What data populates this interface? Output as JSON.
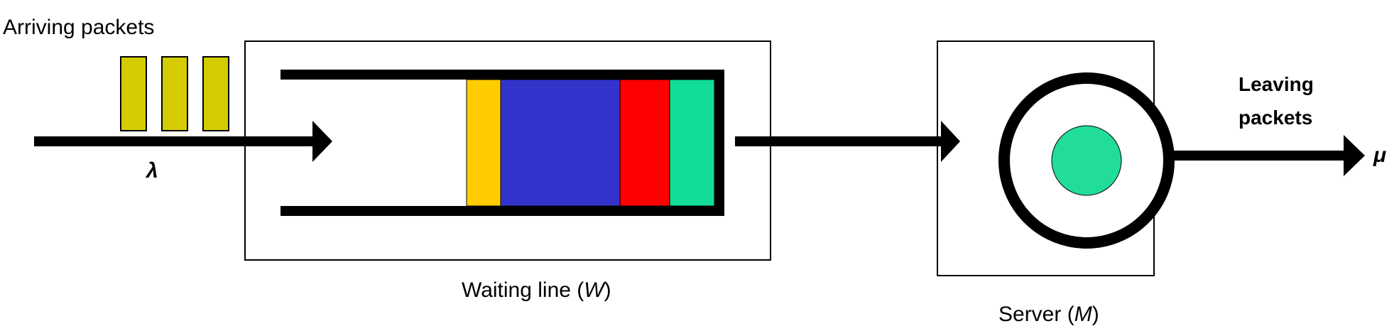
{
  "labels": {
    "arriving": "Arriving packets",
    "lambda": "λ",
    "waiting_prefix": "Waiting line (",
    "waiting_symbol": "W",
    "waiting_suffix": ")",
    "server_prefix": "Server (",
    "server_symbol": "M",
    "server_suffix": ")",
    "leaving_line1": "Leaving",
    "leaving_line2": "packets",
    "mu": "μ"
  },
  "colors": {
    "arriving_packet": "#d4cc00",
    "queue_packets": [
      "#ffcc00",
      "#3333cc",
      "#ff0000",
      "#11dd99"
    ],
    "server_packet": "#22dd99",
    "stroke": "#000000"
  }
}
